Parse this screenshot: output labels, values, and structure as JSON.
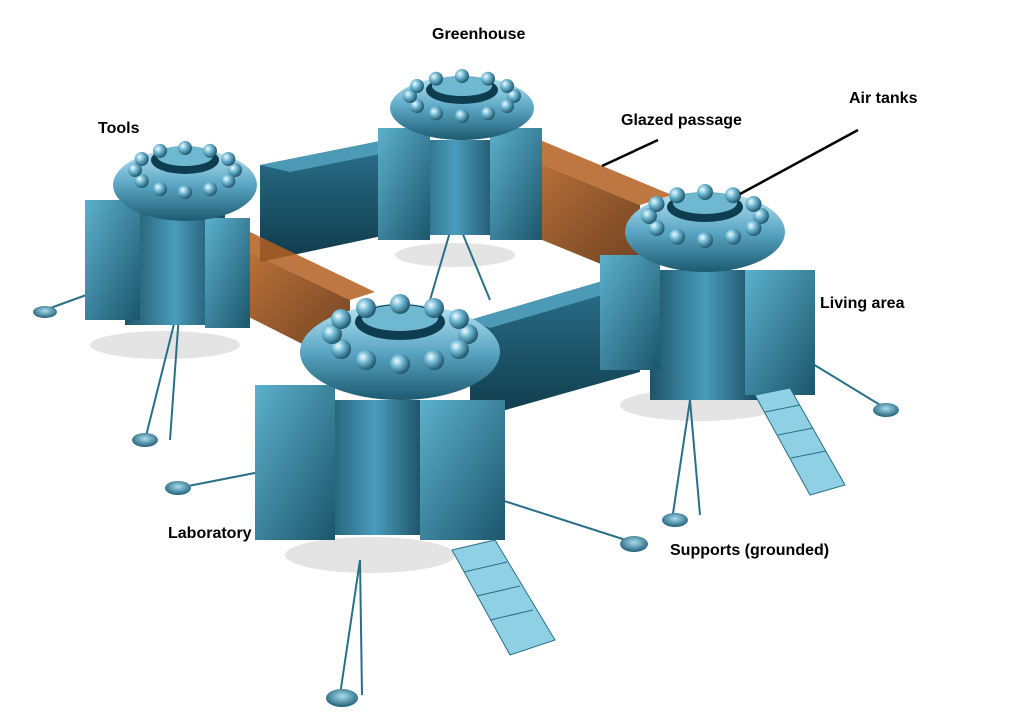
{
  "labels": {
    "greenhouse": "Greenhouse",
    "tools": "Tools",
    "glazed_passage": "Glazed passage",
    "air_tanks": "Air tanks",
    "living_area": "Living area",
    "laboratory": "Laboratory",
    "supports": "Supports (grounded)"
  },
  "colors": {
    "hull_light": "#7cc4dc",
    "hull_mid": "#3c8aa8",
    "hull_dark": "#154a5e",
    "glass": "#a0521a",
    "label_text": "#000000",
    "background": "#ffffff"
  }
}
